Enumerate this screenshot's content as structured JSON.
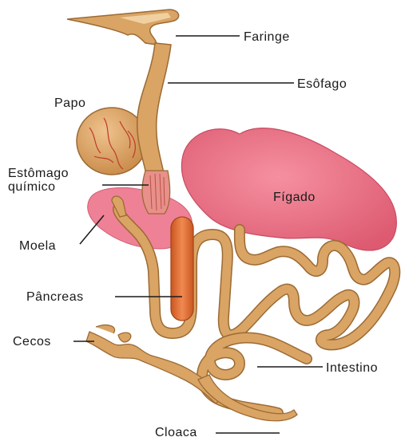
{
  "diagram": {
    "labels": {
      "faringe": "Faringe",
      "esofago": "Esôfago",
      "papo": "Papo",
      "estomago_line1": "Estômago",
      "estomago_line2": "químico",
      "figado": "Fígado",
      "moela": "Moela",
      "pancreas": "Pâncreas",
      "cecos": "Cecos",
      "intestino": "Intestino",
      "cloaca": "Cloaca"
    },
    "colors": {
      "tube": "#d9a464",
      "tube_outline": "#9c6a34",
      "liver": "#ea6b80",
      "gizzard": "#ef8196",
      "crop": "#d89a58",
      "crop_veins": "#c0392b",
      "pancreas": "#e0723a",
      "stomach_muscle": "#e8908a"
    }
  }
}
